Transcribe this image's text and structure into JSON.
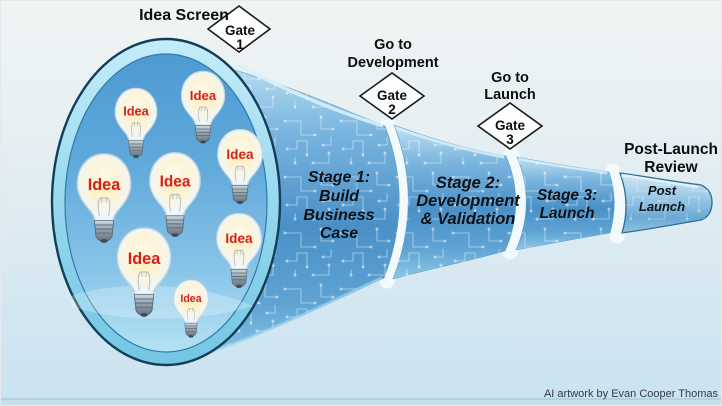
{
  "top_labels": {
    "idea_screen": "Idea Screen",
    "development": {
      "lines": [
        "Go to",
        "Development"
      ]
    },
    "launch": {
      "lines": [
        "Go to",
        "Launch"
      ]
    },
    "post_launch_review": {
      "lines": [
        "Post-Launch",
        "Review"
      ]
    }
  },
  "gates": [
    {
      "name": "Gate",
      "number": "1"
    },
    {
      "name": "Gate",
      "number": "2"
    },
    {
      "name": "Gate",
      "number": "3"
    }
  ],
  "stages": [
    {
      "lines": [
        "Stage 1:",
        "Build",
        "Business",
        "Case"
      ]
    },
    {
      "lines": [
        "Stage 2:",
        "Development",
        "& Validation"
      ]
    },
    {
      "lines": [
        "Stage 3:",
        "Launch"
      ]
    },
    {
      "lines": [
        "Post",
        "Launch"
      ]
    }
  ],
  "bulbs": [
    {
      "label": "Idea"
    },
    {
      "label": "Idea"
    },
    {
      "label": "Idea"
    },
    {
      "label": "Idea"
    },
    {
      "label": "Idea"
    },
    {
      "label": "Idea"
    },
    {
      "label": "Idea"
    },
    {
      "label": "Idea"
    }
  ],
  "attribution": "AI artwork by Evan Cooper Thomas",
  "colors": {
    "idea_label": "#d32121",
    "funnel_blue": "#4a90c7",
    "funnel_highlight": "#dbf1fb",
    "ellipse_ring": "#8fd4ec",
    "ellipse_inner_top": "#4e9ad2",
    "ellipse_outline": "#123f57",
    "gate_fill": "#fcfeff",
    "label_text": "#0d0d0d",
    "background_top": "#f0f4f3",
    "background_bottom": "#cae2ef"
  }
}
